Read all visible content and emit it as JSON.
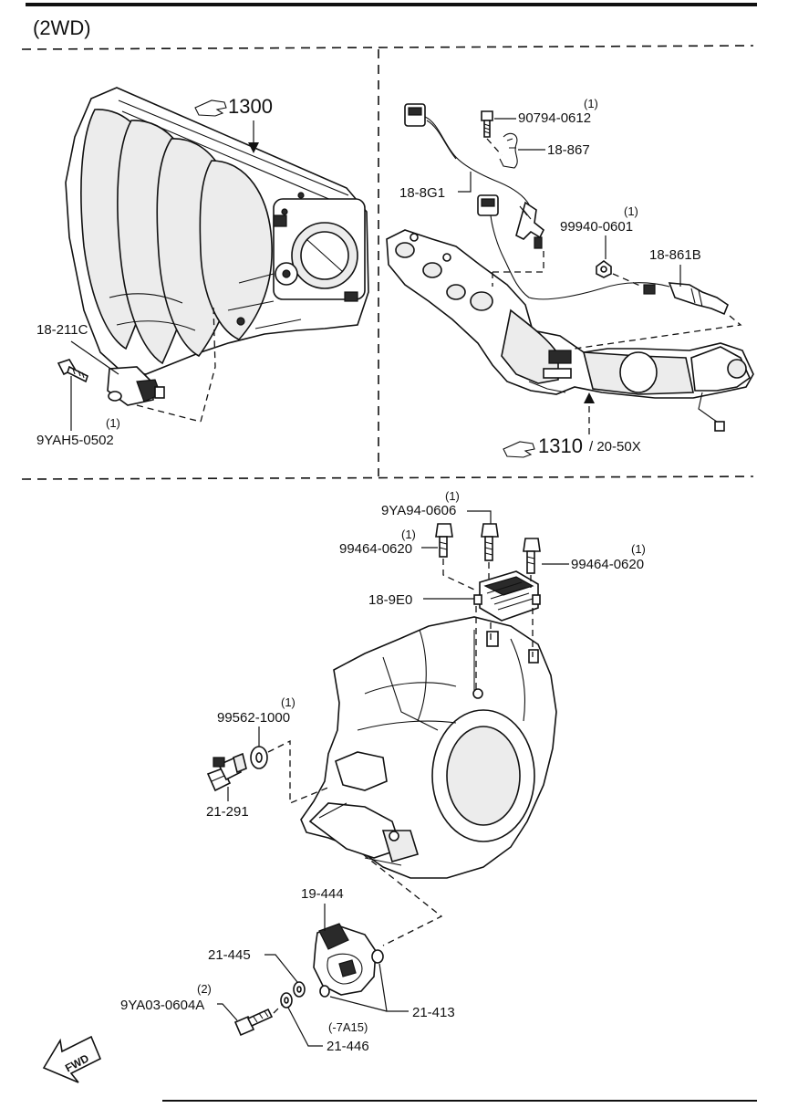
{
  "header": {
    "variant": "(2WD)"
  },
  "refs": {
    "intake": "1300",
    "exhaust": "1310",
    "exhaust_sub": "/ 20-50X"
  },
  "parts": {
    "p18_211c": "18-211C",
    "p9yah5_qty": "(1)",
    "p9yah5": "9YAH5-0502",
    "p90794_qty": "(1)",
    "p90794": "90794-0612",
    "p18_867": "18-867",
    "p18_8g1": "18-8G1",
    "p99940_qty": "(1)",
    "p99940": "99940-0601",
    "p18_861b": "18-861B",
    "p9ya94_qty": "(1)",
    "p9ya94": "9YA94-0606",
    "p99464a_qty": "(1)",
    "p99464a": "99464-0620",
    "p99464b_qty": "(1)",
    "p99464b": "99464-0620",
    "p18_9e0": "18-9E0",
    "p99562_qty": "(1)",
    "p99562": "99562-1000",
    "p21_291": "21-291",
    "p19_444": "19-444",
    "p21_445": "21-445",
    "p9ya03_qty": "(2)",
    "p9ya03": "9YA03-0604A",
    "p21_413": "21-413",
    "p7a15": "(-7A15)",
    "p21_446": "21-446"
  },
  "fwd": "FWD",
  "icons": [
    "hand-pointer-icon",
    "fwd-arrow-icon"
  ]
}
